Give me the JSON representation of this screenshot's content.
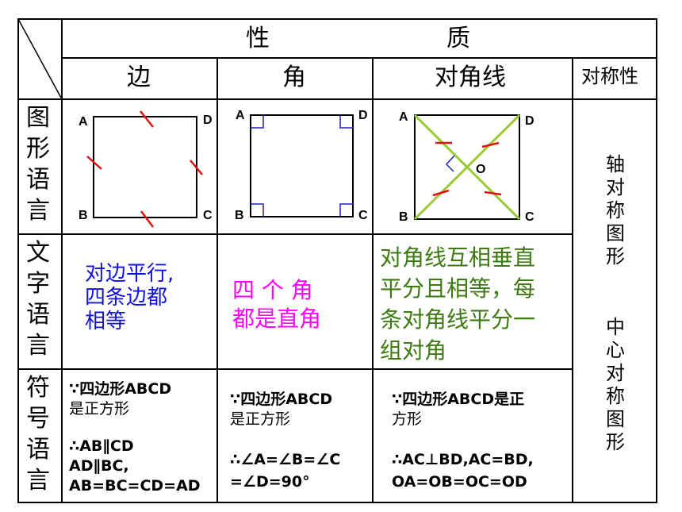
{
  "header": {
    "property_left": "性",
    "property_right": "质",
    "col_side": "边",
    "col_angle": "角",
    "col_diagonal": "对角线",
    "col_symmetry": "对称性"
  },
  "rows": {
    "graphic": [
      "图",
      "形",
      "语",
      "言"
    ],
    "text": [
      "文",
      "字",
      "语",
      "言"
    ],
    "symbol": [
      "符",
      "号",
      "语",
      "言"
    ]
  },
  "figures": {
    "side": {
      "A": "A",
      "B": "B",
      "C": "C",
      "D": "D"
    },
    "angle": {
      "A": "A",
      "B": "B",
      "C": "C",
      "D": "D"
    },
    "diagonal": {
      "A": "A",
      "B": "B",
      "C": "C",
      "D": "D",
      "O": "O"
    }
  },
  "text_language": {
    "side_line1": "对边平行,",
    "side_line2": "四条边都",
    "side_line3": "相等",
    "angle_line1": "四 个 角",
    "angle_line2": "都是直角",
    "diag_line1": "对角线互相垂直",
    "diag_line2": "平分且相等，每",
    "diag_line3": "条对角线平分一",
    "diag_line4": "组对角"
  },
  "symbol_language": {
    "side_premise1": "∵四边形ABCD",
    "side_premise2": "是正方形",
    "side_concl1": "∴AB∥CD",
    "side_concl2": "AD∥BC,",
    "side_concl3": "AB=BC=CD=AD",
    "angle_premise1": "∵四边形ABCD",
    "angle_premise2": "是正方形",
    "angle_concl1": "∴∠A=∠B=∠C",
    "angle_concl2": "=∠D=90°",
    "diag_premise1": "∵四边形ABCD是正",
    "diag_premise2": "方形",
    "diag_concl1": "∴AC⊥BD,AC=BD,",
    "diag_concl2": "OA=OB=OC=OD"
  },
  "symmetry": {
    "axial": [
      "轴",
      "对",
      "称",
      "图",
      "形"
    ],
    "central": [
      "中",
      "心",
      "对",
      "称",
      "图",
      "形"
    ]
  },
  "colors": {
    "text_side": "#1010e0",
    "text_angle": "#ff00ff",
    "text_diagonal": "#3d7a12",
    "tick_mark": "#e01010",
    "right_angle_mark": "#2020c0",
    "diagonal_line": "#99cc33"
  }
}
